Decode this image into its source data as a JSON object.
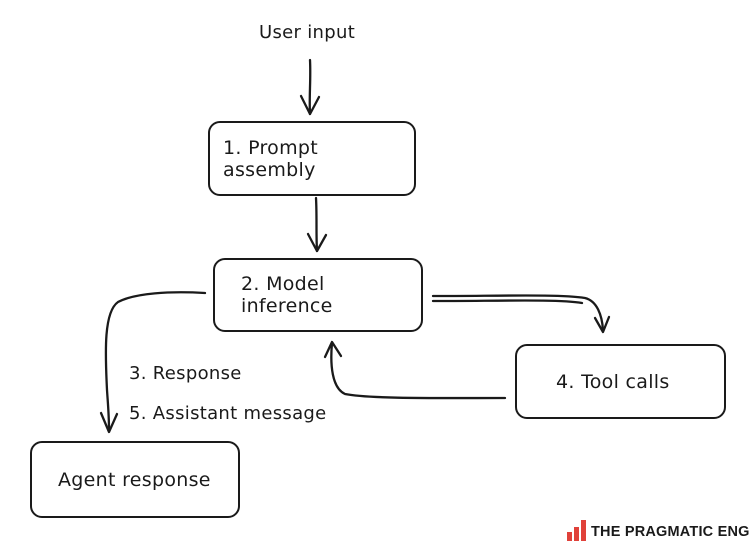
{
  "diagram": {
    "input_label": "User input",
    "nodes": {
      "prompt_assembly": "1. Prompt assembly",
      "model_inference": "2. Model inference",
      "tool_calls": "4. Tool calls",
      "agent_response": "Agent response"
    },
    "edge_labels": {
      "response": "3. Response",
      "assistant_message": "5. Assistant message"
    },
    "stroke_color": "#1a1a1a"
  },
  "branding": {
    "text": "THE PRAGMATIC ENGINEER",
    "logo_icon": "bar-chart-icon",
    "color": "#e0413a"
  }
}
